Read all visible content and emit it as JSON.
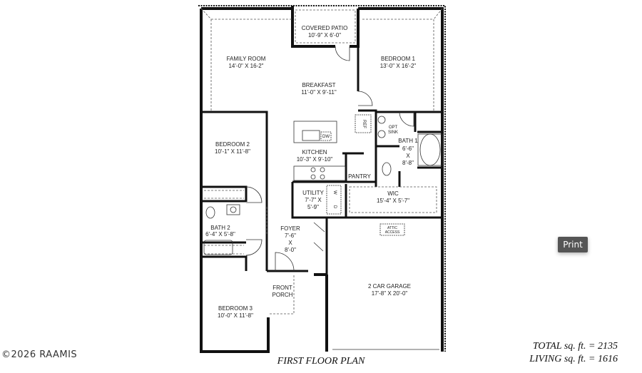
{
  "plan": {
    "title": "FIRST FLOOR PLAN",
    "rooms": {
      "covered_patio": {
        "name": "COVERED PATIO",
        "size": "10'-9\" X 6'-0\""
      },
      "family_room": {
        "name": "FAMILY ROOM",
        "size": "14'-0\" X 16-2\""
      },
      "bedroom1": {
        "name": "BEDROOM 1",
        "size": "13'-0\" X 16'-2\""
      },
      "breakfast": {
        "name": "BREAKFAST",
        "size": "11'-0\" X 9'-11\""
      },
      "bedroom2": {
        "name": "BEDROOM 2",
        "size": "10'-1\" X 11'-8\""
      },
      "kitchen": {
        "name": "KITCHEN",
        "size": "10'-3\" X 9'-10\""
      },
      "bath1": {
        "name": "BATH 1",
        "w": "6'-6\"",
        "x": "X",
        "h": "8'-8\""
      },
      "utility": {
        "name": "UTILITY",
        "w": "7'-7\" X",
        "h": "5'-9\""
      },
      "wic": {
        "name": "WIC",
        "size": "15'-4\" X 5'-7\""
      },
      "bath2": {
        "name": "BATH 2",
        "size": "6'-4\" X 5'-8\""
      },
      "foyer": {
        "name": "FOYER",
        "w": "7'-6\"",
        "x": "X",
        "h": "8'-0\""
      },
      "front_porch": {
        "name": "FRONT",
        "name2": "PORCH"
      },
      "garage": {
        "name": "2 CAR GARAGE",
        "size": "17'-8\" X 20'-0\""
      },
      "bedroom3": {
        "name": "BEDROOM 3",
        "size": "10'-0\" X 11'-8\""
      }
    },
    "fixtures": {
      "ref": "REF",
      "dw": "DW",
      "opt_sink": "OPT",
      "opt_sink2": "SINK",
      "pantry": "PANTRY",
      "washer": "W",
      "dryer": "D",
      "attic": "ATTIC",
      "attic2": "ACCESS"
    }
  },
  "totals": {
    "total": "TOTAL sq. ft. = 2135",
    "living": "LIVING sq. ft. = 1616"
  },
  "print_label": "Print",
  "watermark": "©2026 RAAMIS"
}
